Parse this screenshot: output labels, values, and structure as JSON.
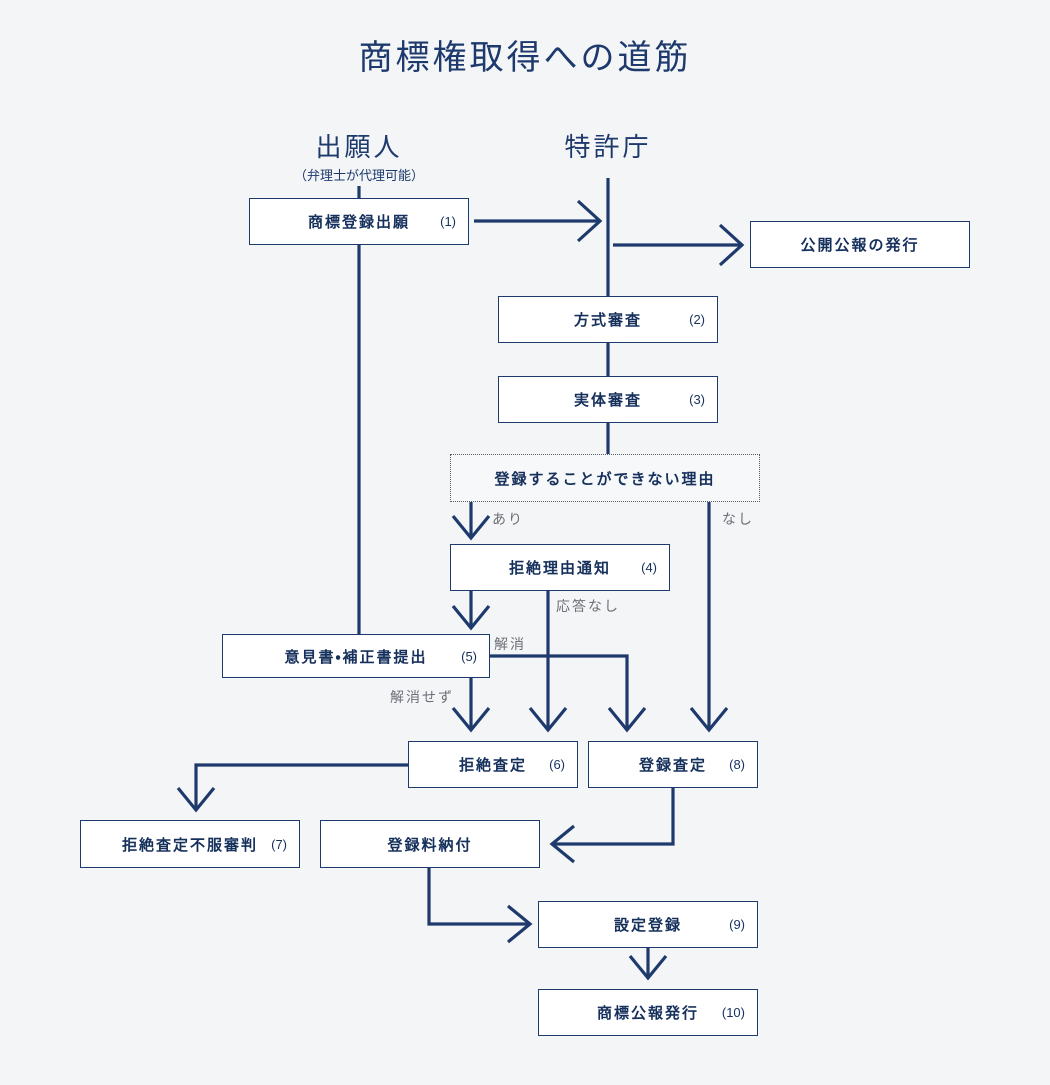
{
  "title": "商標権取得への道筋",
  "colors": {
    "line": "#1e3a6d",
    "box_border": "#1e3a6d",
    "box_fill": "#ffffff",
    "background": "#f4f5f7",
    "edge_label": "#6b6f76",
    "dotted_border": "#555c66"
  },
  "columns": [
    {
      "id": "applicant",
      "title": "出願人",
      "subtitle": "（弁理士が代理可能）"
    },
    {
      "id": "jpo",
      "title": "特許庁",
      "subtitle": ""
    }
  ],
  "nodes": [
    {
      "id": "n1",
      "label": "商標登録出願",
      "num": "(1)",
      "column": "applicant",
      "style": "solid"
    },
    {
      "id": "pub",
      "label": "公開公報の発行",
      "num": "",
      "column": "jpo",
      "style": "solid"
    },
    {
      "id": "n2",
      "label": "方式審査",
      "num": "(2)",
      "column": "jpo",
      "style": "solid"
    },
    {
      "id": "n3",
      "label": "実体審査",
      "num": "(3)",
      "column": "jpo",
      "style": "solid"
    },
    {
      "id": "dec",
      "label": "登録することができない理由",
      "num": "",
      "column": "jpo",
      "style": "dotted"
    },
    {
      "id": "n4",
      "label": "拒絶理由通知",
      "num": "(4)",
      "column": "jpo",
      "style": "solid"
    },
    {
      "id": "n5",
      "label": "意見書・補正書提出",
      "num": "(5)",
      "column": "applicant",
      "style": "solid"
    },
    {
      "id": "n6",
      "label": "拒絶査定",
      "num": "(6)",
      "column": "jpo",
      "style": "solid"
    },
    {
      "id": "n8",
      "label": "登録査定",
      "num": "(8)",
      "column": "jpo",
      "style": "solid"
    },
    {
      "id": "n7",
      "label": "拒絶査定不服審判",
      "num": "(7)",
      "column": "applicant",
      "style": "solid"
    },
    {
      "id": "fee",
      "label": "登録料納付",
      "num": "",
      "column": "applicant",
      "style": "solid"
    },
    {
      "id": "n9",
      "label": "設定登録",
      "num": "(9)",
      "column": "jpo",
      "style": "solid"
    },
    {
      "id": "n10",
      "label": "商標公報発行",
      "num": "(10)",
      "column": "jpo",
      "style": "solid"
    }
  ],
  "edge_labels": [
    {
      "id": "ari",
      "text": "あり",
      "from": "dec",
      "to": "n4"
    },
    {
      "id": "nashi",
      "text": "なし",
      "from": "dec",
      "to": "n8"
    },
    {
      "id": "mutouto",
      "text": "応答なし",
      "from": "n4",
      "to": "n6"
    },
    {
      "id": "kaisho",
      "text": "解消",
      "from": "n5",
      "to": "n8"
    },
    {
      "id": "kaishosezu",
      "text": "解消せず",
      "from": "n5",
      "to": "n6"
    }
  ]
}
